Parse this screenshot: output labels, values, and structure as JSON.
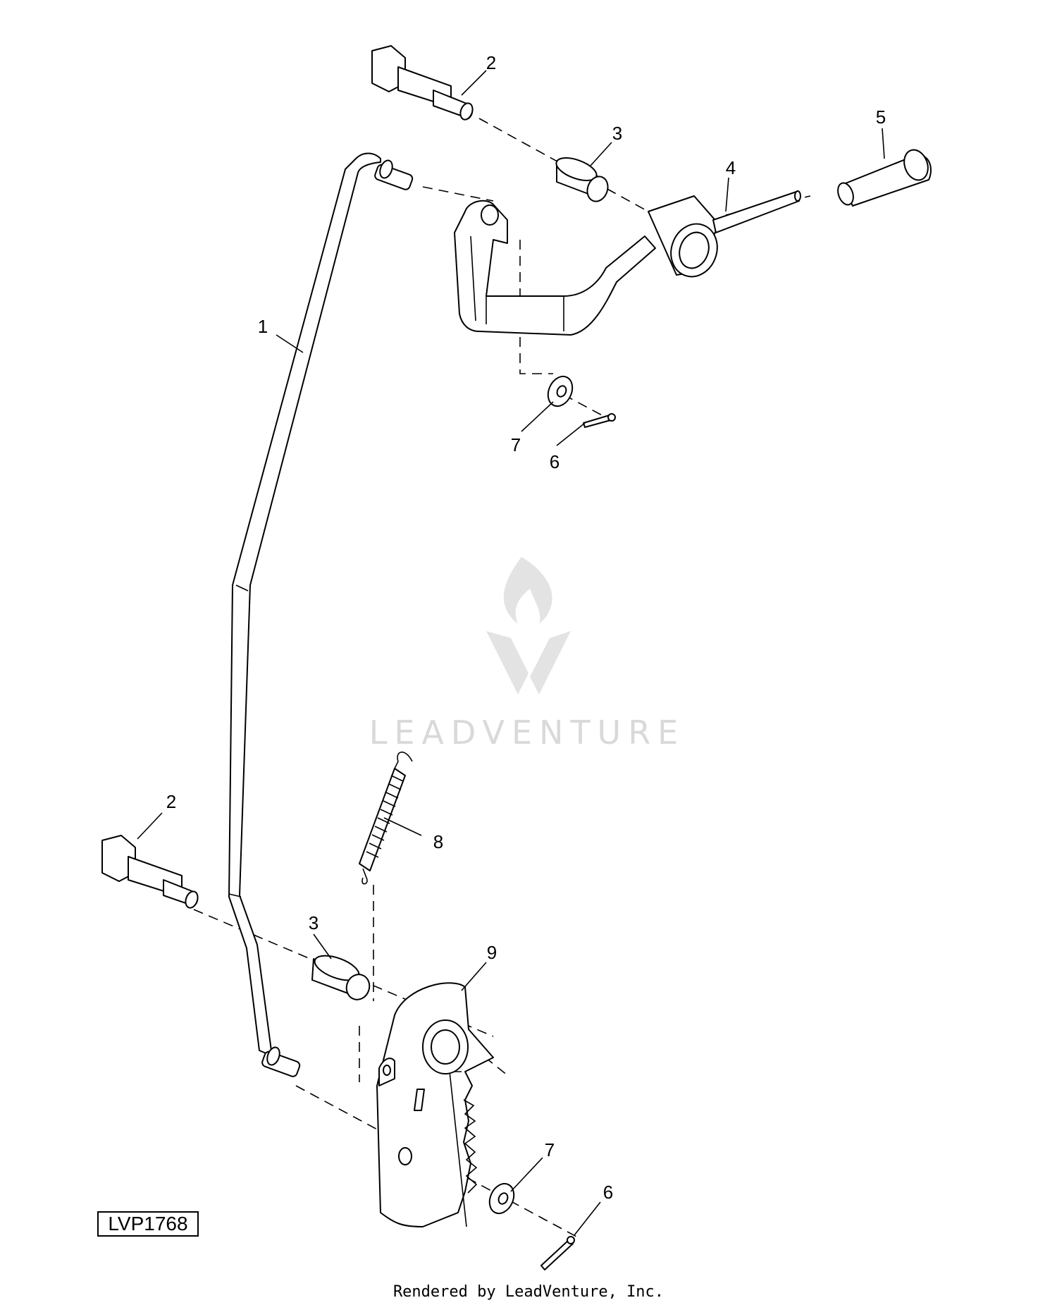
{
  "diagram": {
    "drawing_code": "LVP1768",
    "footer": "Rendered by LeadVenture, Inc.",
    "watermark": "LEADVENTURE",
    "watermark_icon": "flame-v-logo-icon",
    "callouts": {
      "c1": "1",
      "c2_top": "2",
      "c2_bottom": "2",
      "c3_top": "3",
      "c3_bottom": "3",
      "c4": "4",
      "c5": "5",
      "c6_top": "6",
      "c6_bottom": "6",
      "c7_top": "7",
      "c7_bottom": "7",
      "c8": "8",
      "c9": "9"
    }
  }
}
